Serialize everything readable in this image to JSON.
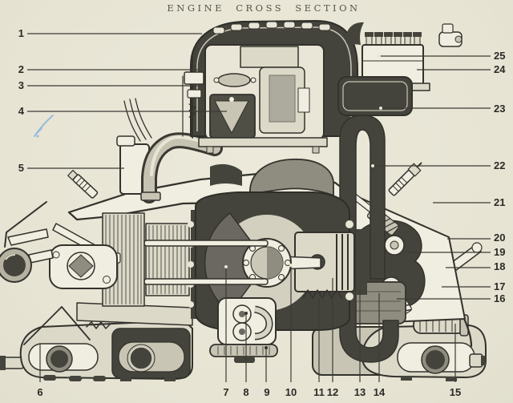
{
  "title": "ENGINE CROSS SECTION",
  "figure_type": "cutaway technical illustration of an air-cooled flat engine, numbered parts diagram",
  "callouts": {
    "left": [
      "1",
      "2",
      "3",
      "4",
      "5"
    ],
    "bottom": [
      "6",
      "7",
      "8",
      "9",
      "10",
      "11",
      "12",
      "13",
      "14",
      "15"
    ],
    "right": [
      "25",
      "24",
      "23",
      "22",
      "21",
      "20",
      "19",
      "18",
      "17",
      "16"
    ]
  },
  "colors": {
    "paper": "#e9e6d7",
    "ink": "#33322c",
    "dark_fill": "#45443c",
    "mid_gray": "#8f8d80",
    "light_gray": "#c8c5b5",
    "pen_mark_blue": "#8ab5dd"
  },
  "pen_mark": "small hand-drawn blue ink check mark near left edge"
}
